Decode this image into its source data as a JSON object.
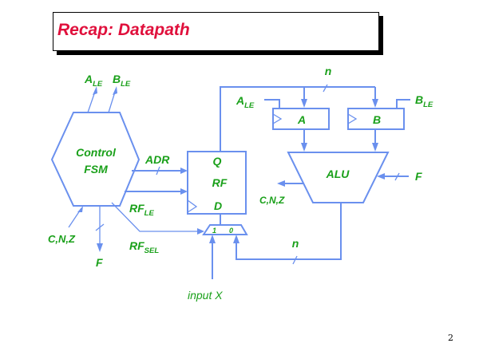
{
  "slide": {
    "title": "Recap: Datapath",
    "page_number": "2"
  },
  "colors": {
    "title": "#e0103c",
    "label": "#1aa01a",
    "wire": "#6a90ee"
  },
  "diagram": {
    "control_fsm": {
      "line1": "Control",
      "line2": "FSM"
    },
    "register_file": {
      "out_port": "Q",
      "name": "RF",
      "in_port": "D"
    },
    "reg_a": {
      "name": "A"
    },
    "reg_b": {
      "name": "B"
    },
    "alu": {
      "name": "ALU"
    },
    "mux": {
      "input1": "1",
      "input0": "0"
    },
    "labels": {
      "a_le_top": {
        "main": "A",
        "sub": "LE"
      },
      "b_le_top": {
        "main": "B",
        "sub": "LE"
      },
      "a_le_reg": {
        "main": "A",
        "sub": "LE"
      },
      "b_le_reg": {
        "main": "B",
        "sub": "LE"
      },
      "adr": "ADR",
      "rf_le": {
        "main": "RF",
        "sub": "LE"
      },
      "rf_sel": {
        "main": "RF",
        "sub": "SEL"
      },
      "cnz_in": "C,N,Z",
      "cnz_out": "C,N,Z",
      "f_out": "F",
      "f_in": "F",
      "bus_width_top": "n",
      "bus_width_bottom": "n",
      "input_x": "input X"
    }
  }
}
